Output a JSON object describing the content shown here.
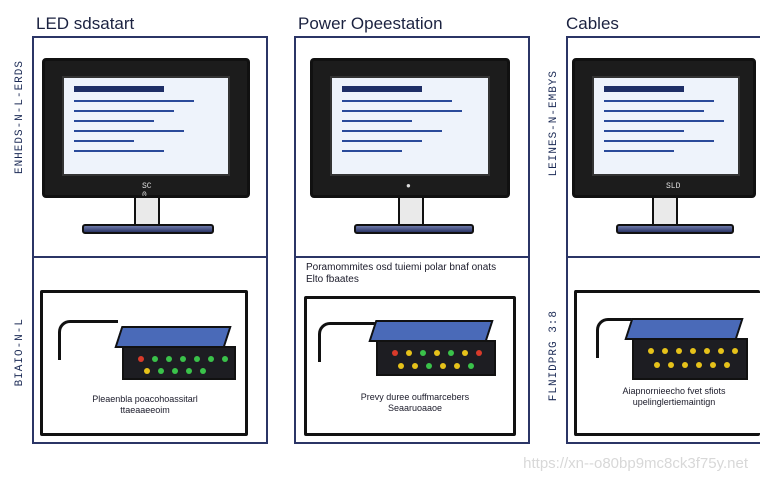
{
  "columns": [
    {
      "title": "LED sdsatart",
      "side_top": "ENHEDS-N-L-ERDS",
      "side_bottom": "BIAIO-N-L",
      "box_caption_line1": "Pleaenbla poacohoassitarl",
      "box_caption_line2": "ttaeaaeeoim"
    },
    {
      "title": "Power Opeestation",
      "mid_caption_line1": "Poramommites osd tuiemi polar bnaf onats",
      "mid_caption_line2": "Elto fbaates",
      "box_caption_line1": "Prevy duree ouffmarcebers",
      "box_caption_line2": "Seaaruoaaoe"
    },
    {
      "title": "Cables",
      "side_top": "LEINES-N-EMBYS",
      "side_bottom": "FLNIDPRG 3:8",
      "box_caption_line1": "Aiapnornieecho fvet sfiots",
      "box_caption_line2": "upelinglertiemaintign"
    }
  ],
  "monitor_labels": [
    "SC 0",
    "",
    "SLD"
  ],
  "watermark": "https://xn--o80bp9mc8ck3f75y.net",
  "colors": {
    "frame": "#2b3566",
    "router_top": "#4a6ab8",
    "led_green": "#3ac24a",
    "led_yellow": "#e6c21a",
    "led_red": "#d83a2a"
  }
}
